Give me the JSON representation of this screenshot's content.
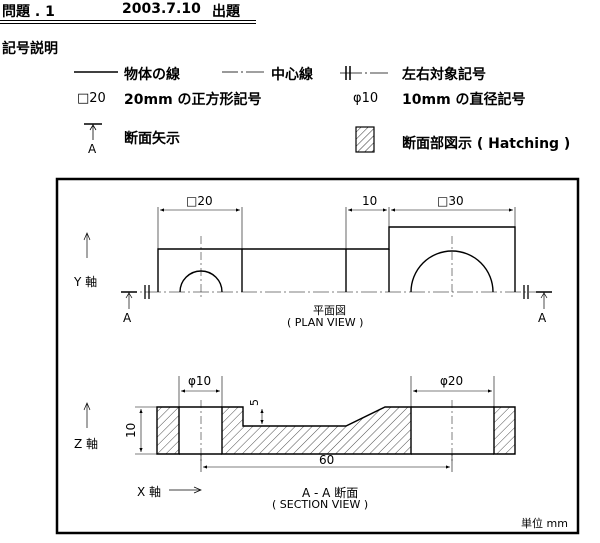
{
  "header": {
    "problem": "問題 . 1",
    "date": "2003.7.10",
    "issued": "出題"
  },
  "legend": {
    "title": "記号説明",
    "solid_line": "物体の線",
    "center_line": "中心線",
    "symmetry": "左右対象記号",
    "square_symbol": "□20",
    "square_desc": "20mm の正方形記号",
    "diameter_symbol": "φ10",
    "diameter_desc": "10mm の直径記号",
    "section_arrow_label": "A",
    "section_arrow_desc": "断面矢示",
    "hatching_desc": "断面部図示 ( Hatching )"
  },
  "drawing": {
    "plan": {
      "dim_square20": "□20",
      "dim_10": "10",
      "dim_square30": "□30",
      "y_axis": "Y 軸",
      "section_left": "A",
      "section_right": "A",
      "title_jp": "平面図",
      "title_en": "( PLAN  VIEW )"
    },
    "section": {
      "dim_phi10": "φ10",
      "dim_phi20": "φ20",
      "dim_5": "5",
      "dim_10": "10",
      "dim_60": "60",
      "z_axis": "Z 軸",
      "x_axis": "X 軸",
      "title_jp": "A - A 断面",
      "title_en": "( SECTION  VIEW )"
    },
    "unit": "単位 mm"
  }
}
